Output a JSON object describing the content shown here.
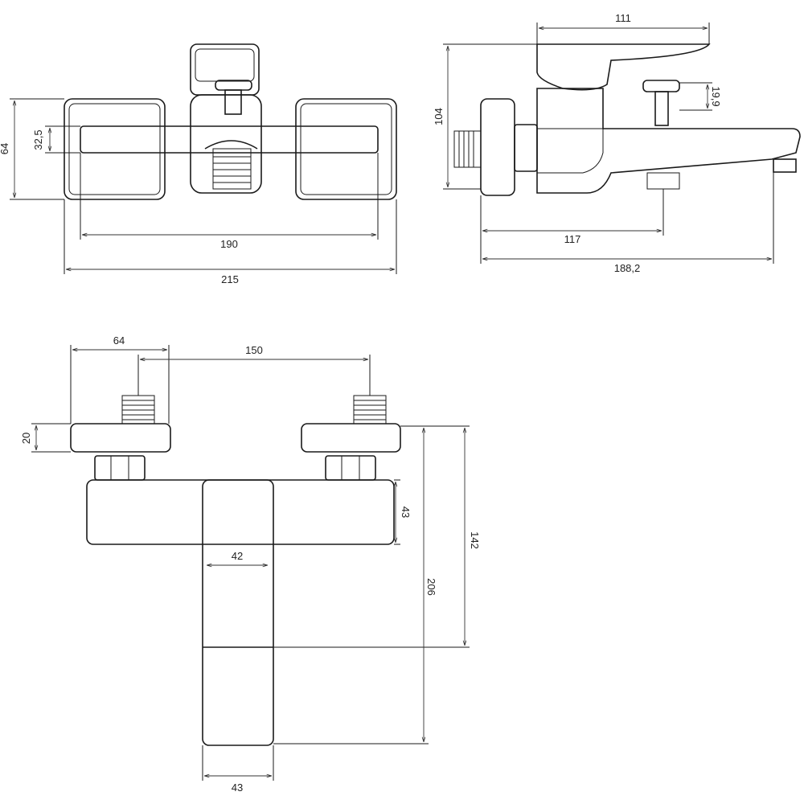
{
  "front_view": {
    "height_flange": "64",
    "height_body": "32,5",
    "inner_width": "190",
    "total_width": "215"
  },
  "side_view": {
    "handle_length": "111",
    "total_height": "104",
    "diverter_height": "19,9",
    "diverter_offset": "117",
    "spout_reach": "188,2"
  },
  "top_view": {
    "flange_width": "64",
    "center_distance": "150",
    "flange_depth": "20",
    "body_depth": "43",
    "handle_to_body": "142",
    "total_depth": "206",
    "handle_width_top": "42",
    "handle_width_bottom": "43"
  },
  "colors": {
    "line": "#1a1a1a"
  }
}
